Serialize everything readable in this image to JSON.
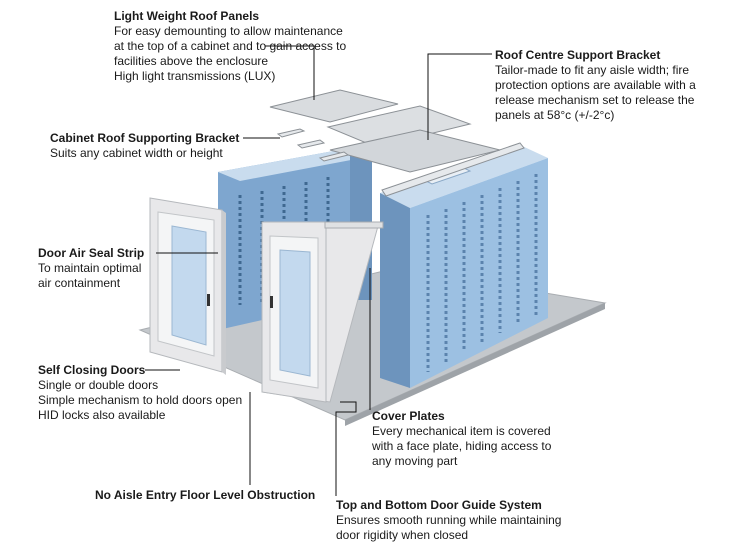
{
  "callouts": {
    "roof_panels": {
      "title": "Light Weight Roof Panels",
      "lines": [
        "For easy demounting to allow maintenance",
        "at the top of a cabinet and to gain access to",
        "facilities above the enclosure",
        "High light transmissions (LUX)"
      ]
    },
    "centre_bracket": {
      "title": "Roof Centre Support Bracket",
      "lines": [
        "Tailor-made to fit any aisle width; fire",
        "protection options are available with a",
        "release mechanism set to release the",
        "panels at 58°c (+/-2°c)"
      ]
    },
    "cabinet_bracket": {
      "title": "Cabinet Roof Supporting Bracket",
      "lines": [
        "Suits any cabinet width or height"
      ]
    },
    "door_seal": {
      "title": "Door Air Seal Strip",
      "lines": [
        "To maintain optimal",
        "air containment"
      ]
    },
    "closing_doors": {
      "title": "Self Closing Doors",
      "lines": [
        "Single or double doors",
        "Simple mechanism to hold doors open",
        "HID locks also available"
      ]
    },
    "cover_plates": {
      "title": "Cover Plates",
      "lines": [
        "Every mechanical item is covered",
        "with a face plate, hiding access to",
        "any moving part"
      ]
    },
    "floor": {
      "title": "No Aisle Entry Floor Level Obstruction",
      "lines": []
    },
    "guide_system": {
      "title": "Top and Bottom Door Guide System",
      "lines": [
        "Ensures smooth running while maintaining",
        "door rigidity when closed"
      ]
    }
  },
  "colors": {
    "cabinet_front": "#7ea6cf",
    "cabinet_side": "#9cc0e2",
    "cabinet_top": "#c9dcee",
    "floor": "#c4c8cc",
    "door_frame": "#e8e8ea",
    "door_glass": "#c3d9ee",
    "leader_line": "#111111"
  }
}
